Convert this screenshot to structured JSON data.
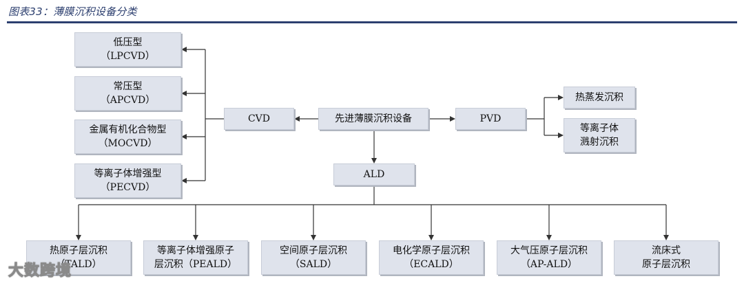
{
  "figure": {
    "title": "图表33：薄膜沉积设备分类"
  },
  "nodes": {
    "center": {
      "label": "先进薄膜沉积设备"
    },
    "cvd": {
      "label": "CVD"
    },
    "pvd": {
      "label": "PVD"
    },
    "ald": {
      "label": "ALD"
    },
    "lpcvd": {
      "line1": "低压型",
      "line2": "（LPCVD）"
    },
    "apcvd": {
      "line1": "常压型",
      "line2": "（APCVD）"
    },
    "mocvd": {
      "line1": "金属有机化合物型",
      "line2": "（MOCVD）"
    },
    "pecvd": {
      "line1": "等离子体增强型",
      "line2": "（PECVD）"
    },
    "thermal_evap": {
      "label": "热蒸发沉积"
    },
    "sputter": {
      "line1": "等离子体",
      "line2": "溅射沉积"
    },
    "tald": {
      "line1": "热原子层沉积",
      "line2": "（TALD）"
    },
    "peald": {
      "line1": "等离子体增强原子",
      "line2": "层沉积（PEALD）"
    },
    "sald": {
      "line1": "空间原子层沉积",
      "line2": "（SALD）"
    },
    "ecald": {
      "line1": "电化学原子层沉积",
      "line2": "（ECALD）"
    },
    "apald": {
      "line1": "大气压原子层沉积",
      "line2": "（AP-ALD）"
    },
    "fbald": {
      "line1": "流床式",
      "line2": "原子层沉积"
    }
  },
  "watermark": {
    "text": "大数跨境"
  }
}
